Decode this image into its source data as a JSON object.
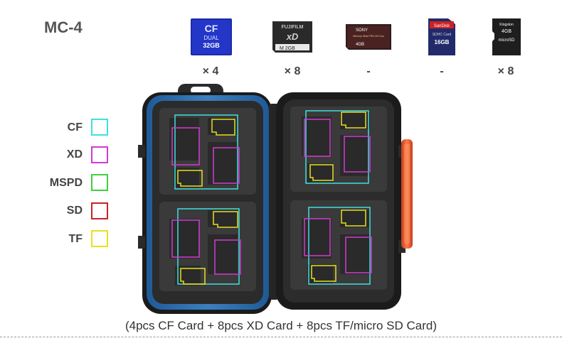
{
  "model": "MC-4",
  "cards": [
    {
      "id": "cf",
      "lines": [
        "CF",
        "DUAL",
        "32GB"
      ],
      "count": "× 4"
    },
    {
      "id": "xd",
      "lines": [
        "FUJIFILM",
        "xD",
        "M 2GB"
      ],
      "count": "× 8"
    },
    {
      "id": "mspd",
      "lines": [
        "SONY",
        "Memory Stick PRO-HG Duo",
        "4GB"
      ],
      "count": "-"
    },
    {
      "id": "sd",
      "lines": [
        "SanDisk",
        "SDHC Card",
        "16GB"
      ],
      "count": "-"
    },
    {
      "id": "tf",
      "lines": [
        "Kingston",
        "4GB",
        "microSD"
      ],
      "count": "× 8"
    }
  ],
  "legend": [
    {
      "label": "CF",
      "color": "#3fe0e0"
    },
    {
      "label": "XD",
      "color": "#d23ad2"
    },
    {
      "label": "MSPD",
      "color": "#3ecf3e"
    },
    {
      "label": "SD",
      "color": "#cc2222"
    },
    {
      "label": "TF",
      "color": "#e8e020"
    }
  ],
  "caption": "(4pcs CF Card + 8pcs XD Card + 8pcs TF/micro SD Card)",
  "colors": {
    "case_blue": "#2c6aa8",
    "case_dark": "#2a2a2a",
    "hinge": "#e4572e",
    "cf": "#3fe0e0",
    "xd": "#d23ad2",
    "tf": "#e8e020"
  }
}
